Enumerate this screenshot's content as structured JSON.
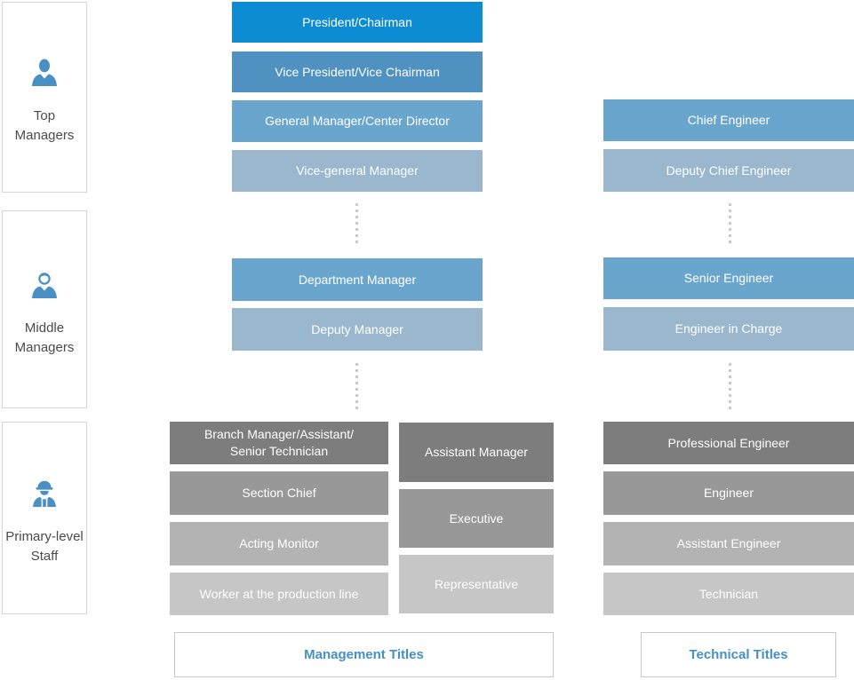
{
  "colors": {
    "blue1": "#0d8cd3",
    "blue2": "#4f92c1",
    "blue3": "#6aa5cd",
    "blue4": "#9ab7cd",
    "gray1": "#7d7d7d",
    "gray2": "#989898",
    "gray3": "#b3b3b3",
    "gray4": "#c6c6c6",
    "accent": "#4590c5",
    "icon-blue": "#4a90c4",
    "sidebar-border": "#d5d5d5",
    "sidebar-text": "#4b4b4b",
    "dot": "#c9c9c9",
    "footer-border": "#c9c9c9"
  },
  "sidebar": {
    "groups": [
      {
        "label": "Top Managers",
        "icon": "businessman-icon"
      },
      {
        "label": "Middle Managers",
        "icon": "manager-icon"
      },
      {
        "label": "Primary-level Staff",
        "icon": "worker-icon"
      }
    ]
  },
  "management": {
    "top_titles": [
      "President/Chairman",
      "Vice President/Vice Chairman",
      "General Manager/Center Director",
      "Vice-general Manager"
    ],
    "middle_titles": [
      "Department Manager",
      "Deputy Manager"
    ],
    "primary_titles_left": [
      "Branch Manager/Assistant/\nSenior Technician",
      "Section Chief",
      "Acting Monitor",
      "Worker at the production line"
    ],
    "primary_titles_right": [
      "Assistant Manager",
      "Executive",
      "Representative"
    ],
    "footer_label": "Management Titles"
  },
  "technical": {
    "top_titles": [
      "Chief Engineer",
      "Deputy Chief Engineer"
    ],
    "middle_titles": [
      "Senior Engineer",
      "Engineer in Charge"
    ],
    "primary_titles": [
      "Professional Engineer",
      "Engineer",
      "Assistant Engineer",
      "Technician"
    ],
    "footer_label": "Technical Titles"
  }
}
